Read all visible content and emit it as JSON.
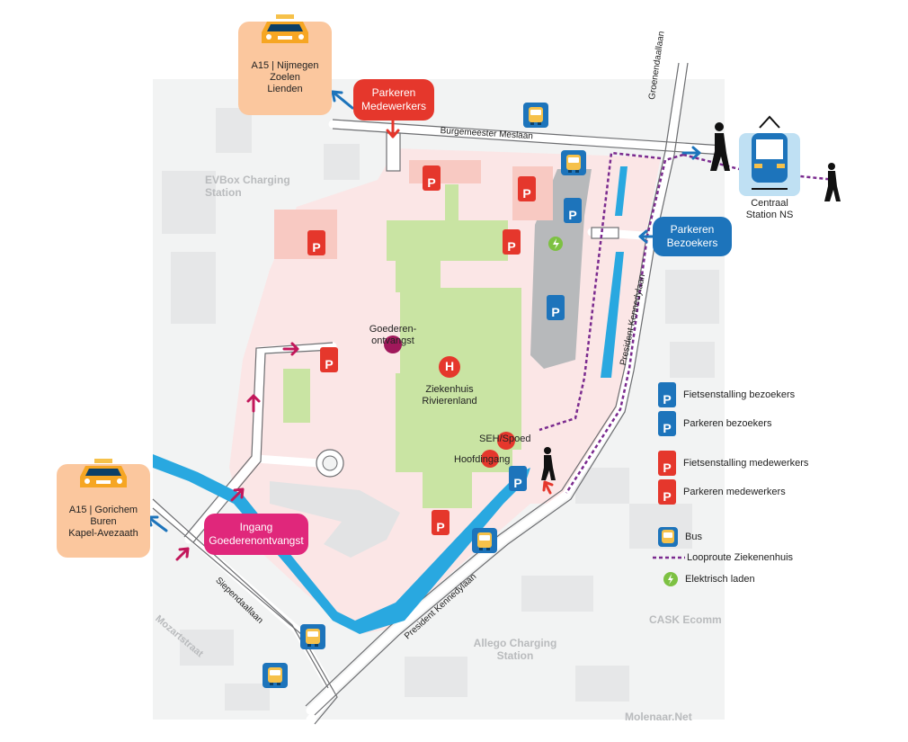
{
  "map": {
    "background_labels": {
      "evbox": "EVBox Charging Station",
      "allego": "Allego Charging Station",
      "cask": "CASK Ecomm",
      "molenaar": "Molenaar.Net"
    },
    "streets": {
      "burgemeester_meslaan": "Burgemeester Meslaan",
      "groenendaallaan": "Groenendaallaan",
      "president_kennedylaan_east": "President Kennedylaan",
      "president_kennedylaan_south": "President Kennedylaan",
      "siependaallaan": "Siependaallaan",
      "mozartstraat": "Mozartstraat"
    },
    "places": {
      "goederen_line1": "Goederen-",
      "goederen_line2": "ontvangst",
      "hospital_line1": "Ziekenhuis",
      "hospital_line2": "Rivierenland",
      "seh": "SEH/Spoed",
      "hoofdingang": "Hoofdingang",
      "hospital_letter": "H"
    },
    "callouts": {
      "parkeren_medewerkers_line1": "Parkeren",
      "parkeren_medewerkers_line2": "Medewerkers",
      "parkeren_bezoekers_line1": "Parkeren",
      "parkeren_bezoekers_line2": "Bezoekers",
      "ingang_line1": "Ingang",
      "ingang_line2": "Goederenontvangst"
    },
    "taxi_north": {
      "line1": "A15 | Nijmegen",
      "line2": "Zoelen",
      "line3": "Lienden"
    },
    "taxi_west": {
      "line1": "A15 | Gorichem",
      "line2": "Buren",
      "line3": "Kapel-Avezaath"
    },
    "station": {
      "line1": "Centraal",
      "line2": "Station NS"
    },
    "parking_letter": "P",
    "colors": {
      "staff_red": "#e5372c",
      "visitor_blue": "#1d74bb",
      "goods_pink": "#e0277b",
      "taxi_orange": "#fbc79e",
      "water_blue": "#29a8e0",
      "green_area": "#c9e4a3",
      "route_purple": "#7b2b8f",
      "charge_green": "#7dc142"
    }
  },
  "legend": {
    "fiets_bezoekers": "Fietsenstalling bezoekers",
    "parkeren_bezoekers": "Parkeren bezoekers",
    "fiets_medewerkers": "Fietsenstalling medewerkers",
    "parkeren_medewerkers": "Parkeren medewerkers",
    "bus": "Bus",
    "looproute": "Looproute Ziekenenhuis",
    "laden": "Elektrisch laden"
  }
}
